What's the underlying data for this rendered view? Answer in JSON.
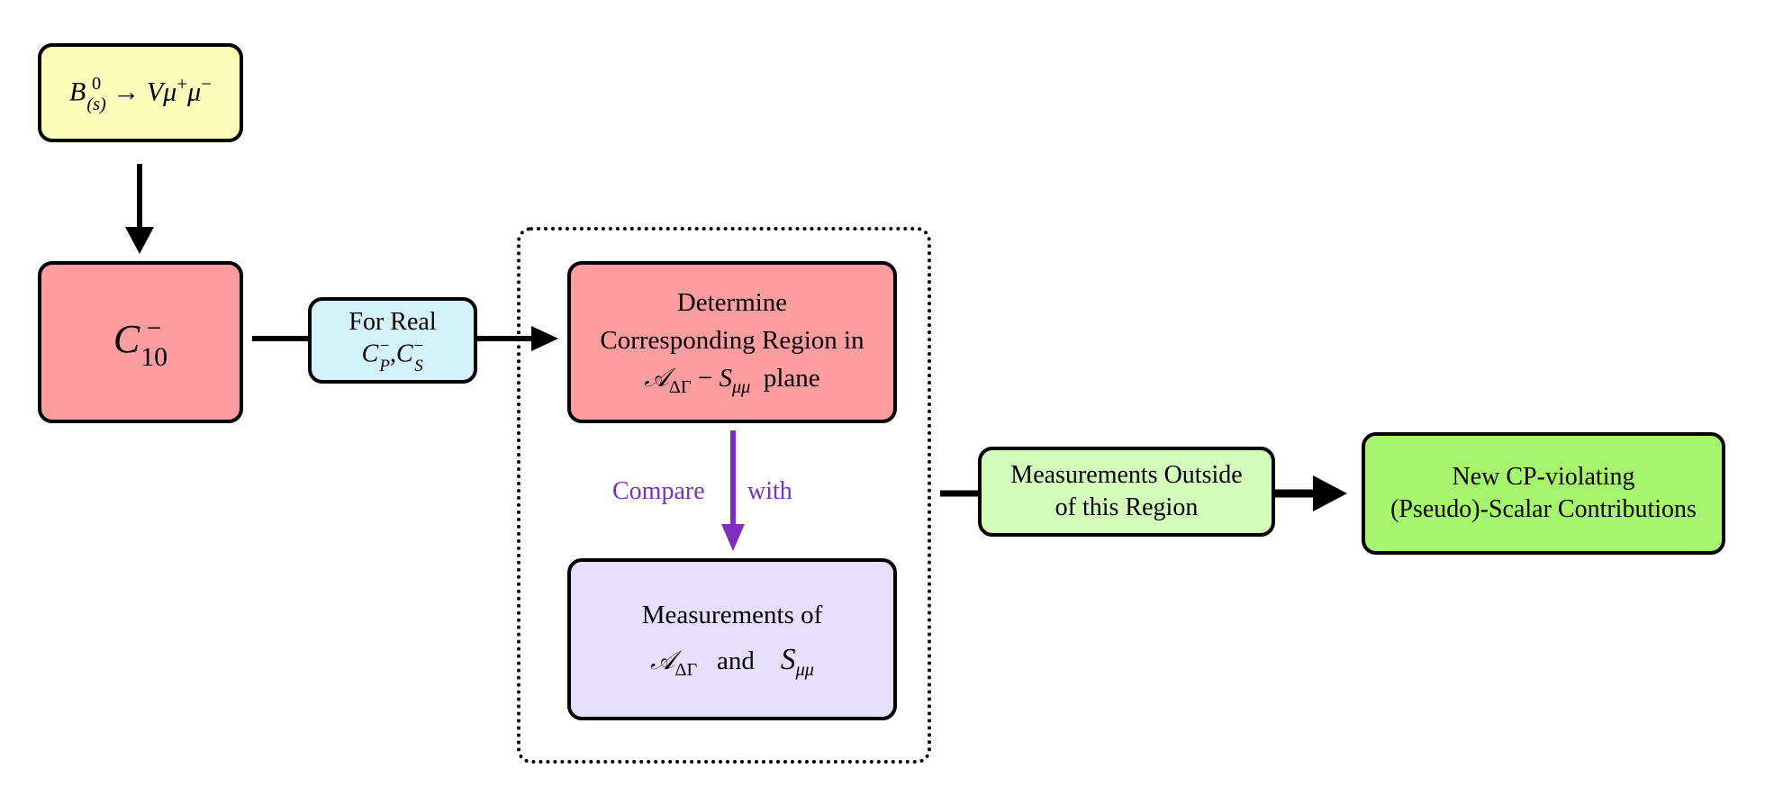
{
  "nodes": {
    "decay": {
      "lhs": "B",
      "sup": "0",
      "sub": "(s)",
      "arrow": "→",
      "rhs": "Vμ",
      "mu_plus": "+",
      "mu": "μ",
      "mu_minus": "−",
      "fill": "#fbfcb9"
    },
    "c10": {
      "symbol": "C",
      "sup": "−",
      "sub": "10",
      "fill": "#fd9da0"
    },
    "for_real": {
      "line1": "For Real",
      "cp": "C",
      "cp_sup": "−",
      "cp_sub": "P",
      "comma": ",",
      "cs": "C",
      "cs_sup": "−",
      "cs_sub": "S",
      "fill": "#d4f2fb"
    },
    "determine": {
      "line1": "Determine",
      "line2": "Corresponding Region in",
      "a_sym": "𝒜",
      "a_sub": "ΔΓ",
      "minus": "−",
      "s_sym": "S",
      "s_sub": "μμ",
      "plane": "plane",
      "fill": "#fd9da0"
    },
    "measurements_of": {
      "line1": "Measurements of",
      "a_sym": "𝒜",
      "a_sub": "ΔΓ",
      "and": "and",
      "s_sym": "S",
      "s_sub": "μμ",
      "fill": "#e6dffd"
    },
    "outside": {
      "line1": "Measurements Outside",
      "line2": "of this Region",
      "fill": "#d4fdbb"
    },
    "new_cp": {
      "line1": "New CP-violating",
      "line2": "(Pseudo)-Scalar Contributions",
      "fill": "#a5f66d"
    }
  },
  "compare": {
    "left": "Compare",
    "right": "with",
    "color": "#7f2fbf"
  }
}
